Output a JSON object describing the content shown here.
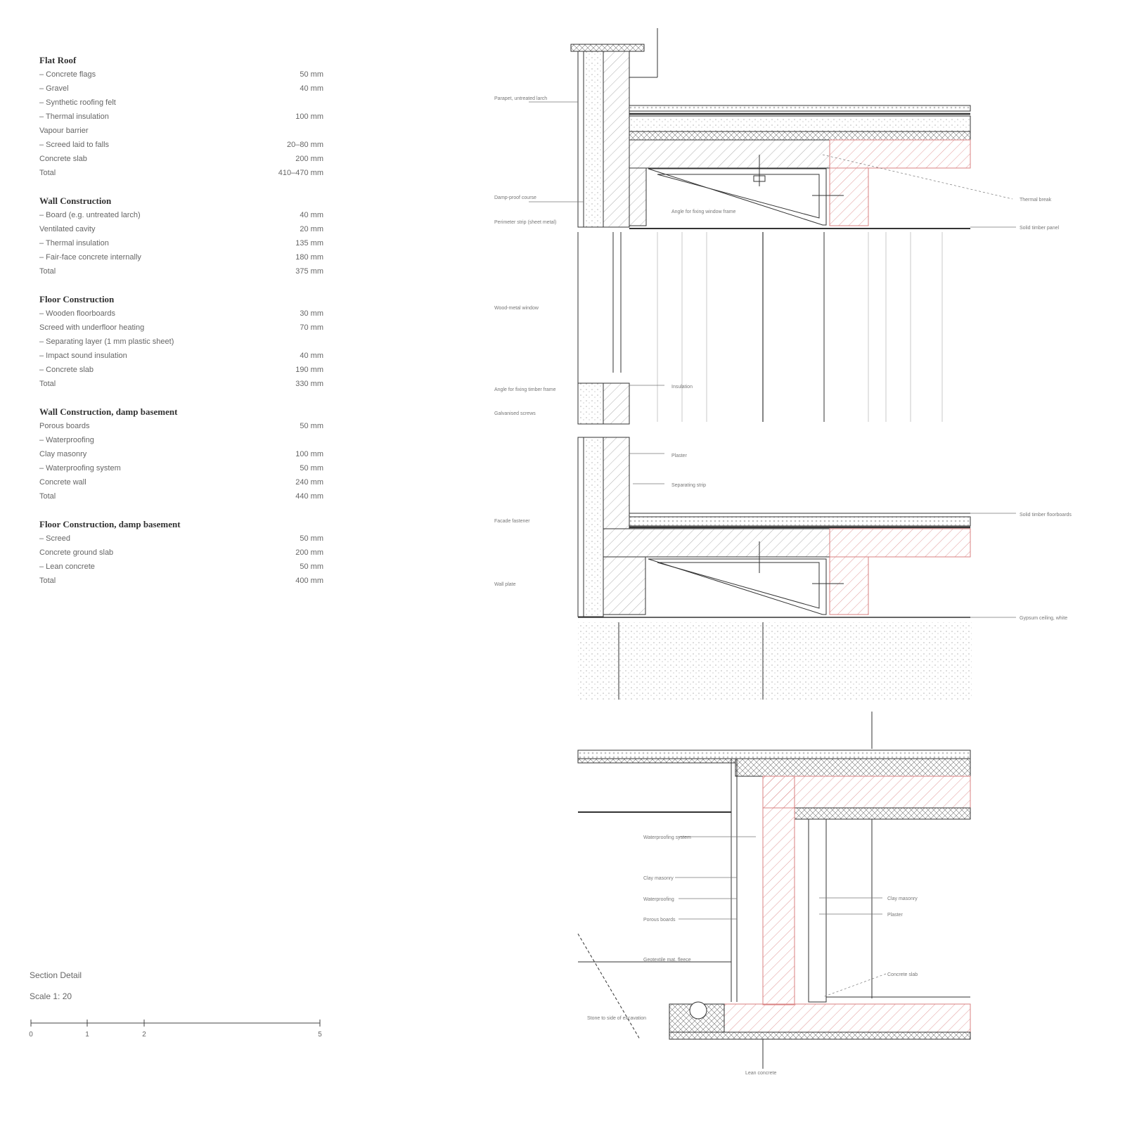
{
  "specs": [
    {
      "title": "Flat Roof",
      "rows": [
        {
          "label": "– Concrete flags",
          "value": "50 mm"
        },
        {
          "label": "– Gravel",
          "value": "40 mm"
        },
        {
          "label": "– Synthetic roofing felt",
          "value": ""
        },
        {
          "label": "– Thermal insulation",
          "value": "100 mm"
        },
        {
          "label": "Vapour barrier",
          "value": ""
        },
        {
          "label": "– Screed laid to falls",
          "value": "20–80 mm"
        },
        {
          "label": "Concrete slab",
          "value": "200 mm"
        },
        {
          "label": "Total",
          "value": "410–470 mm"
        }
      ]
    },
    {
      "title": "Wall Construction",
      "rows": [
        {
          "label": "– Board (e.g. untreated larch)",
          "value": "40 mm"
        },
        {
          "label": "Ventilated cavity",
          "value": "20 mm"
        },
        {
          "label": "– Thermal insulation",
          "value": "135 mm"
        },
        {
          "label": "– Fair-face concrete internally",
          "value": "180 mm"
        },
        {
          "label": "Total",
          "value": "375 mm"
        }
      ]
    },
    {
      "title": "Floor Construction",
      "rows": [
        {
          "label": "– Wooden floorboards",
          "value": "30 mm"
        },
        {
          "label": "Screed with underfloor heating",
          "value": "70 mm"
        },
        {
          "label": "– Separating layer (1 mm plastic sheet)",
          "value": ""
        },
        {
          "label": "– Impact sound insulation",
          "value": "40 mm"
        },
        {
          "label": "– Concrete slab",
          "value": "190 mm"
        },
        {
          "label": "Total",
          "value": "330 mm"
        }
      ]
    },
    {
      "title": "Wall Construction, damp basement",
      "rows": [
        {
          "label": "Porous boards",
          "value": "50 mm"
        },
        {
          "label": "– Waterproofing",
          "value": ""
        },
        {
          "label": "Clay masonry",
          "value": "100 mm"
        },
        {
          "label": "– Waterproofing system",
          "value": "50 mm"
        },
        {
          "label": "Concrete wall",
          "value": "240 mm"
        },
        {
          "label": "Total",
          "value": "440 mm"
        }
      ]
    },
    {
      "title": "Floor Construction, damp basement",
      "rows": [
        {
          "label": "– Screed",
          "value": "50 mm"
        },
        {
          "label": "Concrete ground slab",
          "value": "200 mm"
        },
        {
          "label": "– Lean concrete",
          "value": "50 mm"
        },
        {
          "label": "Total",
          "value": "400 mm"
        }
      ]
    }
  ],
  "footer": {
    "title": "Section Detail",
    "scale": "Scale 1: 20",
    "scale_bar_labels": [
      "0",
      "1",
      "2",
      "5"
    ]
  },
  "drawing_labels": {
    "parapet": "Parapet, untreated larch",
    "damp_proof": "Damp-proof course",
    "perimeter_strip": "Perimeter strip (sheet metal)",
    "angle_window": "Angle for fixing window frame",
    "thermal_break": "Thermal break",
    "solid_timber_panel": "Solid timber panel",
    "wood_metal_window": "Wood-metal window",
    "angle_timber_frame": "Angle for fixing timber frame",
    "galvanised": "Galvanised screws",
    "insulation": "Insulation",
    "plaster": "Plaster",
    "separating_strip": "Separating strip",
    "facade_fastener": "Facade fastener",
    "solid_timber_floorboards": "Solid timber floorboards",
    "wall_plate": "Wall plate",
    "gypsum_ceiling": "Gypsum ceiling, white",
    "waterproofing_system": "Waterproofing system",
    "clay_masonry_left": "Clay masonry",
    "waterproofing": "Waterproofing",
    "porous_boards": "Porous boards",
    "geotextile": "Geotextile mat, fleece",
    "clay_masonry_right": "Clay masonry",
    "plaster_right": "Plaster",
    "concrete_slab": "Concrete slab",
    "stone_soil": "Stone to side of excavation",
    "lean_concrete": "Lean concrete"
  },
  "colors": {
    "line": "#333333",
    "hatch": "#9a9a9a",
    "red_hatch": "#d98080",
    "text": "#666666"
  }
}
